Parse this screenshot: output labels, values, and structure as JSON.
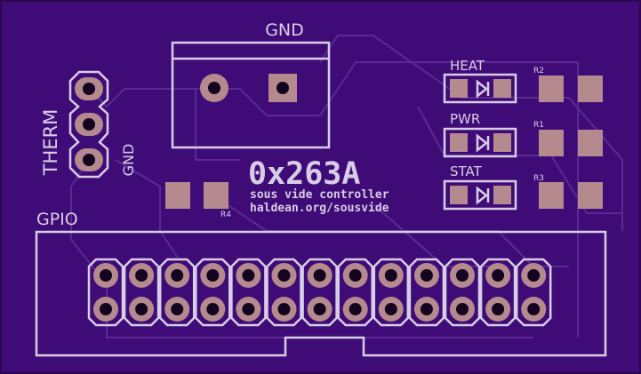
{
  "colors": {
    "board": "#3f0c77",
    "silkscreen": "#d8cde6",
    "copper_pad": "#b48a8e",
    "drill_hole": "#14041f",
    "trace": "#5a2a92"
  },
  "labels": {
    "gnd_top": "GND",
    "therm": "THERM",
    "gnd_side": "GND",
    "gpio": "GPIO",
    "heat": "HEAT",
    "pwr": "PWR",
    "stat": "STAT",
    "r1": "R1",
    "r2": "R2",
    "r3": "R3",
    "r4": "R4",
    "board_id": "0x263A",
    "subtitle": "sous vide controller",
    "url": "haldean.org/sousvide"
  },
  "gpio_header": {
    "columns": 13,
    "rows": 2
  },
  "therm_header": {
    "pins": 3
  },
  "icons": [
    "led-diode-icon",
    "pad-icon",
    "through-hole-icon"
  ]
}
